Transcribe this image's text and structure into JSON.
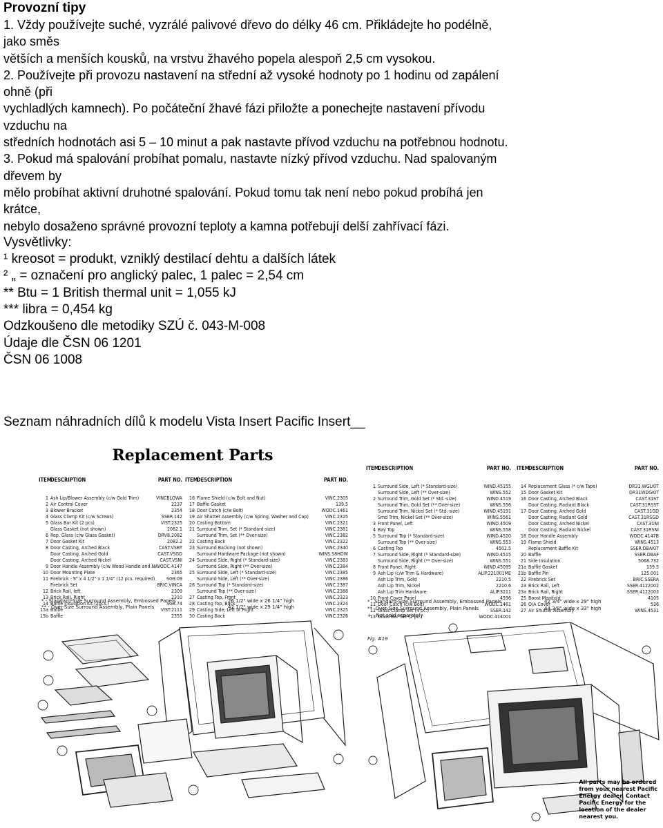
{
  "document": {
    "heading": "Provozní tipy",
    "tips_lines": [
      "1. Vždy používejte suché, vyzrálé palivové dřevo do délky 46 cm. Přikládejte ho podélně,",
      "jako směs",
      "větších a menších kousků, na vrstvu žhavého popela alespoň 2,5 cm vysokou.",
      "2. Používejte při provozu nastavení na střední až vysoké hodnoty po 1 hodinu od zapálení",
      "ohně (při",
      "vychladlých kamnech). Po počáteční žhavé fázi přiložte a ponechejte nastavení přívodu",
      "vzduchu na",
      "středních hodnotách asi 5 – 10 minut a pak nastavte přívod vzduchu na potřebnou hodnotu.",
      "3. Pokud má spalování probíhat pomalu, nastavte nízký přívod vzduchu. Nad spalovaným",
      "dřevem by",
      "mělo probíhat aktivní druhotné spalování. Pokud tomu tak není nebo pokud probíhá jen",
      "krátce,",
      "nebylo dosaženo správné provozní teploty a kamna potřebují delší zahřívací fázi."
    ],
    "legend_lines": [
      "Vysvětlivky:",
      "¹ kreosot = produkt, vzniklý destilací dehtu a dalších látek",
      "² „ = označení pro anglický palec, 1 palec = 2,54 cm",
      "** Btu = 1 British thermal unit = 1,055 kJ",
      "*** libra = 0,454 kg",
      "Odzkoušeno dle metodiky SZÚ č. 043-M-008",
      "Údaje dle ČSN 06 1201",
      "ČSN 06 1008"
    ],
    "parts_heading": "Seznam náhradních dílů k modelu Vista Insert Pacific Insert__"
  },
  "left_sheet": {
    "title": "Replacement Parts",
    "col_item": "ITEM",
    "col_desc": "DESCRIPTION",
    "col_part": "PART NO.",
    "rows_a": [
      [
        "1",
        "Ash Lip/Blower Assembly (c/w Gold Trim)",
        "VINCBLOWA"
      ],
      [
        "2",
        "Air Control Cover",
        "2237"
      ],
      [
        "3",
        "Blower Bracket",
        "2354"
      ],
      [
        "4",
        "Glass Clamp Kit (c/w Screws)",
        "SSER.142"
      ],
      [
        "5",
        "Glass Bar Kit (2 pcs)",
        "VIST.2325"
      ],
      [
        "",
        "Glass Gasket (not shown)",
        "2082.1"
      ],
      [
        "6",
        "Rep. Glass (c/w Glass Gasket)",
        "DRV8.2082"
      ],
      [
        "7",
        "Door Gasket Kit",
        "2082.2"
      ],
      [
        "8",
        "Door Casting, Arched Black",
        "CAST.VSBT"
      ],
      [
        "",
        "Door Casting, Arched Gold",
        "CAST.VSGD"
      ],
      [
        "",
        "Door Casting, Arched Nickel",
        "CAST.VSNI"
      ],
      [
        "9",
        "Door Handle Assembly (c/w Wood Handle and Nut)",
        "WODC.4147"
      ],
      [
        "10",
        "Door Mounting Plate",
        "2365"
      ],
      [
        "11",
        "Firebrick - 9\" x 4 1/2\" x 1 1/4\" (12 pcs. required)",
        "SG9.09"
      ],
      [
        "",
        "Firebrick Set",
        "BRIC.VINCA"
      ],
      [
        "12",
        "Brick Rail, left",
        "2309"
      ],
      [
        "13",
        "Brick Rail, Right",
        "2310"
      ],
      [
        "14",
        "Baffle Insulation Kit (2pcs.)",
        "SG8.74"
      ],
      [
        "15a",
        "Baffle",
        "VIST.2111"
      ],
      [
        "15b",
        "Baffle",
        "2355"
      ]
    ],
    "rows_b": [
      [
        "16",
        "Flame Shield (c/w Bolt and Nut)",
        "VINC.2305"
      ],
      [
        "17",
        "Baffle Gasket",
        "139.5"
      ],
      [
        "18",
        "Door Catch (c/w Bolt)",
        "WODC.1461"
      ],
      [
        "19",
        "Air Shutter Assembly (c/w Spring, Washer and Cap)",
        "VINC.2325"
      ],
      [
        "20",
        "Casting Bottom",
        "VINC.2321"
      ],
      [
        "21",
        "Surround Trim, Set (* Standard-size)",
        "VINC.2381"
      ],
      [
        "",
        "Surround Trim, Set (** Over-size)",
        "VINC.2382"
      ],
      [
        "22",
        "Casting Back",
        "VINC.2322"
      ],
      [
        "23",
        "Surround Backing (not shown)",
        "VINC.2340"
      ],
      [
        "",
        "Surround Hardware Package (not shown)",
        "WINS.S8HDW"
      ],
      [
        "24",
        "Surround Side, Right (* Standard-size)",
        "VINC.2383"
      ],
      [
        "",
        "Surround Side, Right (** Over-size)",
        "VINC.2384"
      ],
      [
        "25",
        "Surround Side, Left (* Standard-size)",
        "VINC.2385"
      ],
      [
        "",
        "Surround Side, Left (** Over-size)",
        "VINC.2386"
      ],
      [
        "26",
        "Surround Top (* Standard-size)",
        "VINC.2387"
      ],
      [
        "",
        "Surround Top (** Over-size)",
        "VINC.2388"
      ],
      [
        "27",
        "Casting Top, Front",
        "VINC.2323"
      ],
      [
        "28",
        "Casting Top, Back",
        "VINC.2324"
      ],
      [
        "29",
        "Casting Side, Left or Right",
        "VINC.2325"
      ],
      [
        "30",
        "Casting Back",
        "VINC.2326"
      ]
    ],
    "foot_1": "* - Standard-Size Surround Assembly, Embossed Panels",
    "foot_1_size": "26 1/2\" wide x 26 1/4\" high",
    "foot_2": "** - Over-Size Surround Assembly, Plain Panels",
    "foot_2_size": "42 1/2\" wide x 29 1/4\" high"
  },
  "right_sheet": {
    "col_item": "ITEM",
    "col_desc": "DESCRIPTION",
    "col_part": "PART NO.",
    "rows_a": [
      [
        "1",
        "Surround Side, Left (* Standard-size)",
        "WIND.45155"
      ],
      [
        "",
        "Surround Side, Left (** Over-size)",
        "WINS.552"
      ],
      [
        "2",
        "Surround Trim, Gold Set (* Std.-size)",
        "WIND.4519"
      ],
      [
        "",
        "Surround Trim, Gold Set (** Over-size)",
        "WINS.556"
      ],
      [
        "",
        "Surround Trim, Nickel Set (* Std.-size)",
        "WIND.45191"
      ],
      [
        "",
        "Smd Trim, Nickel Set (** Over-size)",
        "WINS.5561"
      ],
      [
        "3",
        "Front Panel, Left",
        "WIND.4509"
      ],
      [
        "4",
        "Bay Top",
        "WINS.558"
      ],
      [
        "5",
        "Surround Top (* Standard-size)",
        "WIND.4520"
      ],
      [
        "",
        "Surround Top (** Over-size)",
        "WINS.553"
      ],
      [
        "6",
        "Casting Top",
        "4502.5"
      ],
      [
        "7",
        "Surround Side, Right (* Standard-size)",
        "WIND.4515"
      ],
      [
        "",
        "Surround Side, Right (** Over-size)",
        "WINS.551"
      ],
      [
        "8",
        "Front Panel, Right",
        "WIND.45095"
      ],
      [
        "9",
        "Ash Lip (c/w Trim & Hardware)",
        "ALIP.221001ME"
      ],
      [
        "",
        "Ash Lip Trim, Gold",
        "2210.5"
      ],
      [
        "",
        "Ash Lip Trim, Nickel",
        "2210.6"
      ],
      [
        "",
        "Ash Lip Trim Hardware",
        "ALIP.3211"
      ],
      [
        "10",
        "Front Cover Panel",
        "4596"
      ],
      [
        "11",
        "Door Catch (c/w Bolt)",
        "WODC.1461"
      ],
      [
        "12",
        "Glass Clamp Set (4 pc.)",
        "SSER.142"
      ],
      [
        "13",
        "Glass Bar Set (2 pc.)",
        "WODC.414001"
      ]
    ],
    "rows_b": [
      [
        "14",
        "Replacement Glass (* c/w Tape)",
        "DR31.WGLKIT"
      ],
      [
        "15",
        "Door Gasket Kit",
        "DR31WDGKIT"
      ],
      [
        "16",
        "Door Casting, Arched Black",
        "CAST.31ST"
      ],
      [
        "",
        "Door Casting, Radiant Black",
        "CAST.31RSST"
      ],
      [
        "17",
        "Door Casting, Arched Gold",
        "CAST.31GD"
      ],
      [
        "",
        "Door Casting, Radiant Gold",
        "CAST.31RSGD"
      ],
      [
        "",
        "Door Casting, Arched Nickel",
        "CAST.31NI"
      ],
      [
        "",
        "Door Casting, Radiant Nickel",
        "CAST.31RSNI"
      ],
      [
        "18",
        "Door Handle Assembly",
        "WODC.4147B"
      ],
      [
        "19",
        "Flame Shield",
        "WINS.4513"
      ],
      [
        "",
        "Replacement Baffle Kit",
        "SSER.DBAKIT"
      ],
      [
        "20",
        "Baffle",
        "SSER.DBAF"
      ],
      [
        "21",
        "Side Insulation",
        "5068.732"
      ],
      [
        "21a",
        "Baffle Gasket",
        "139.5"
      ],
      [
        "21b",
        "Baffle Pin",
        "125.001"
      ],
      [
        "22",
        "Firebrick Set",
        "BRIC.SSERA"
      ],
      [
        "23",
        "Brick Rail, Left",
        "SSER.4122002"
      ],
      [
        "23a",
        "Brick Rail, Right",
        "SSER.4122003"
      ],
      [
        "25",
        "Boost Manifold",
        "4105"
      ],
      [
        "26",
        "O/A Cover",
        "536"
      ],
      [
        "27",
        "Air Shutter Assembly",
        "WINS.4531"
      ]
    ],
    "foot_1": "*   Standard-Size Surround Assembly, Embossed Panels",
    "foot_1_size": "42 3/4\" wide x 29\" high",
    "foot_2": "**  Over-Size Surround Assembly, Plain Panels",
    "foot_2_size": "44 3/8\" wide x 33\" high",
    "foot_3": "+   Not sold separately",
    "fig_label": "Fig. #19",
    "dealer_note": "All parts may be ordered\nfrom your nearest Pacific\nEnergy dealer. Contact\nPacific Energy for the\nlocation of the dealer\nnearest you."
  }
}
